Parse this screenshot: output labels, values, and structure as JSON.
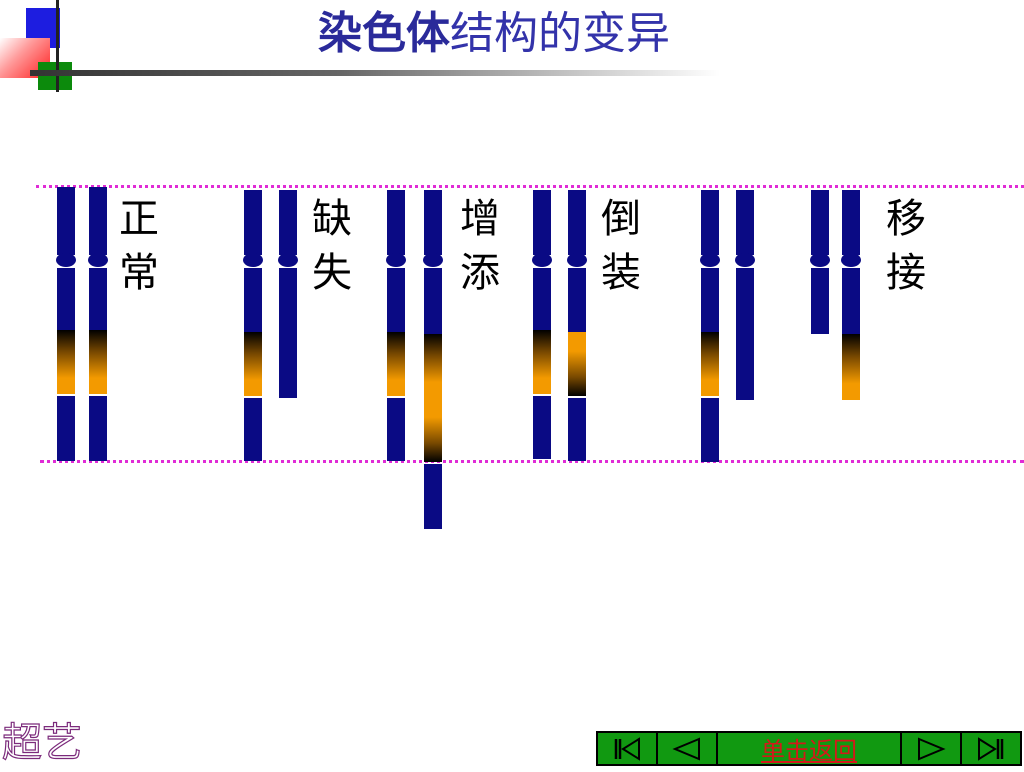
{
  "title": {
    "bold": "染色体",
    "rest": "结构的变异"
  },
  "labels": {
    "normal": "正常",
    "deletion": "缺失",
    "duplication": "增添",
    "inversion": "倒装",
    "translocation": "移接"
  },
  "nav": {
    "back_label": "单击返回",
    "first_icon": "first-icon",
    "prev_icon": "prev-icon",
    "next_icon": "next-icon",
    "last_icon": "last-icon"
  },
  "colors": {
    "chromosome": "#0a0a84",
    "segment": "#f39a00",
    "guide_line": "#e02bd6",
    "nav_background": "#119911",
    "nav_link": "#d21a1a",
    "title": "#2a2a9a"
  },
  "logo": {
    "text": "超艺"
  }
}
